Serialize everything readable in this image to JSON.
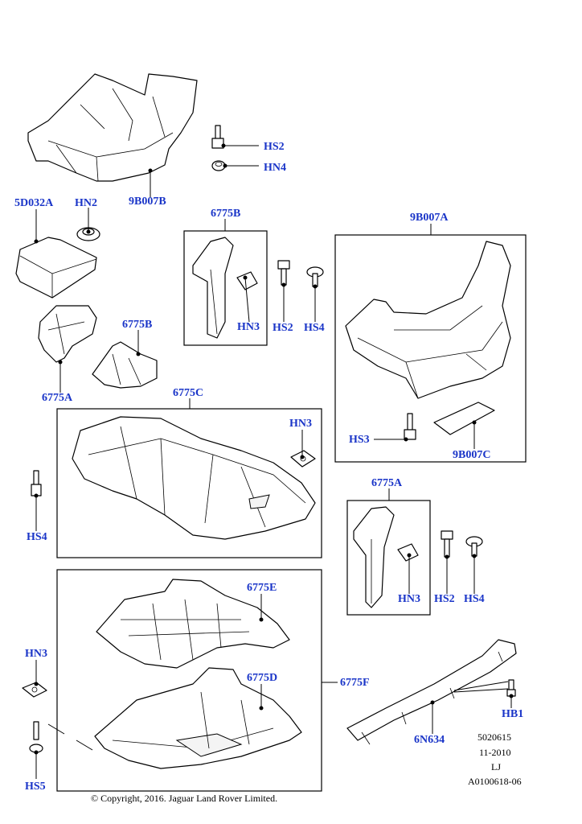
{
  "callouts": {
    "hs2_top": "HS2",
    "hn4_top": "HN4",
    "pan_top": "9B007B",
    "bracket_left": "5D032A",
    "hn2": "HN2",
    "box_6775b": "6775B",
    "hn3_b": "HN3",
    "hs2_b": "HS2",
    "hs4_b": "HS4",
    "box_9b007a": "9B007A",
    "hs3": "HS3",
    "p_9b007c": "9B007C",
    "left_6775b": "6775B",
    "left_6775a": "6775A",
    "box_6775c": "6775C",
    "hn3_c": "HN3",
    "hs4_left": "HS4",
    "box_6775a": "6775A",
    "hn3_a": "HN3",
    "hs2_a": "HS2",
    "hs4_a": "HS4",
    "p_6775e": "6775E",
    "p_6775d": "6775D",
    "p_6775f": "6775F",
    "hn3_left": "HN3",
    "hs5": "HS5",
    "hb1": "HB1",
    "p_6n634": "6N634"
  },
  "reference": {
    "code": "5020615",
    "date": "11-2010",
    "initials": "LJ",
    "illustration": "A0100618-06"
  },
  "copyright": "© Copyright, 2016. Jaguar Land Rover Limited.",
  "colors": {
    "callout": "#1a35c8",
    "line": "#000000"
  }
}
